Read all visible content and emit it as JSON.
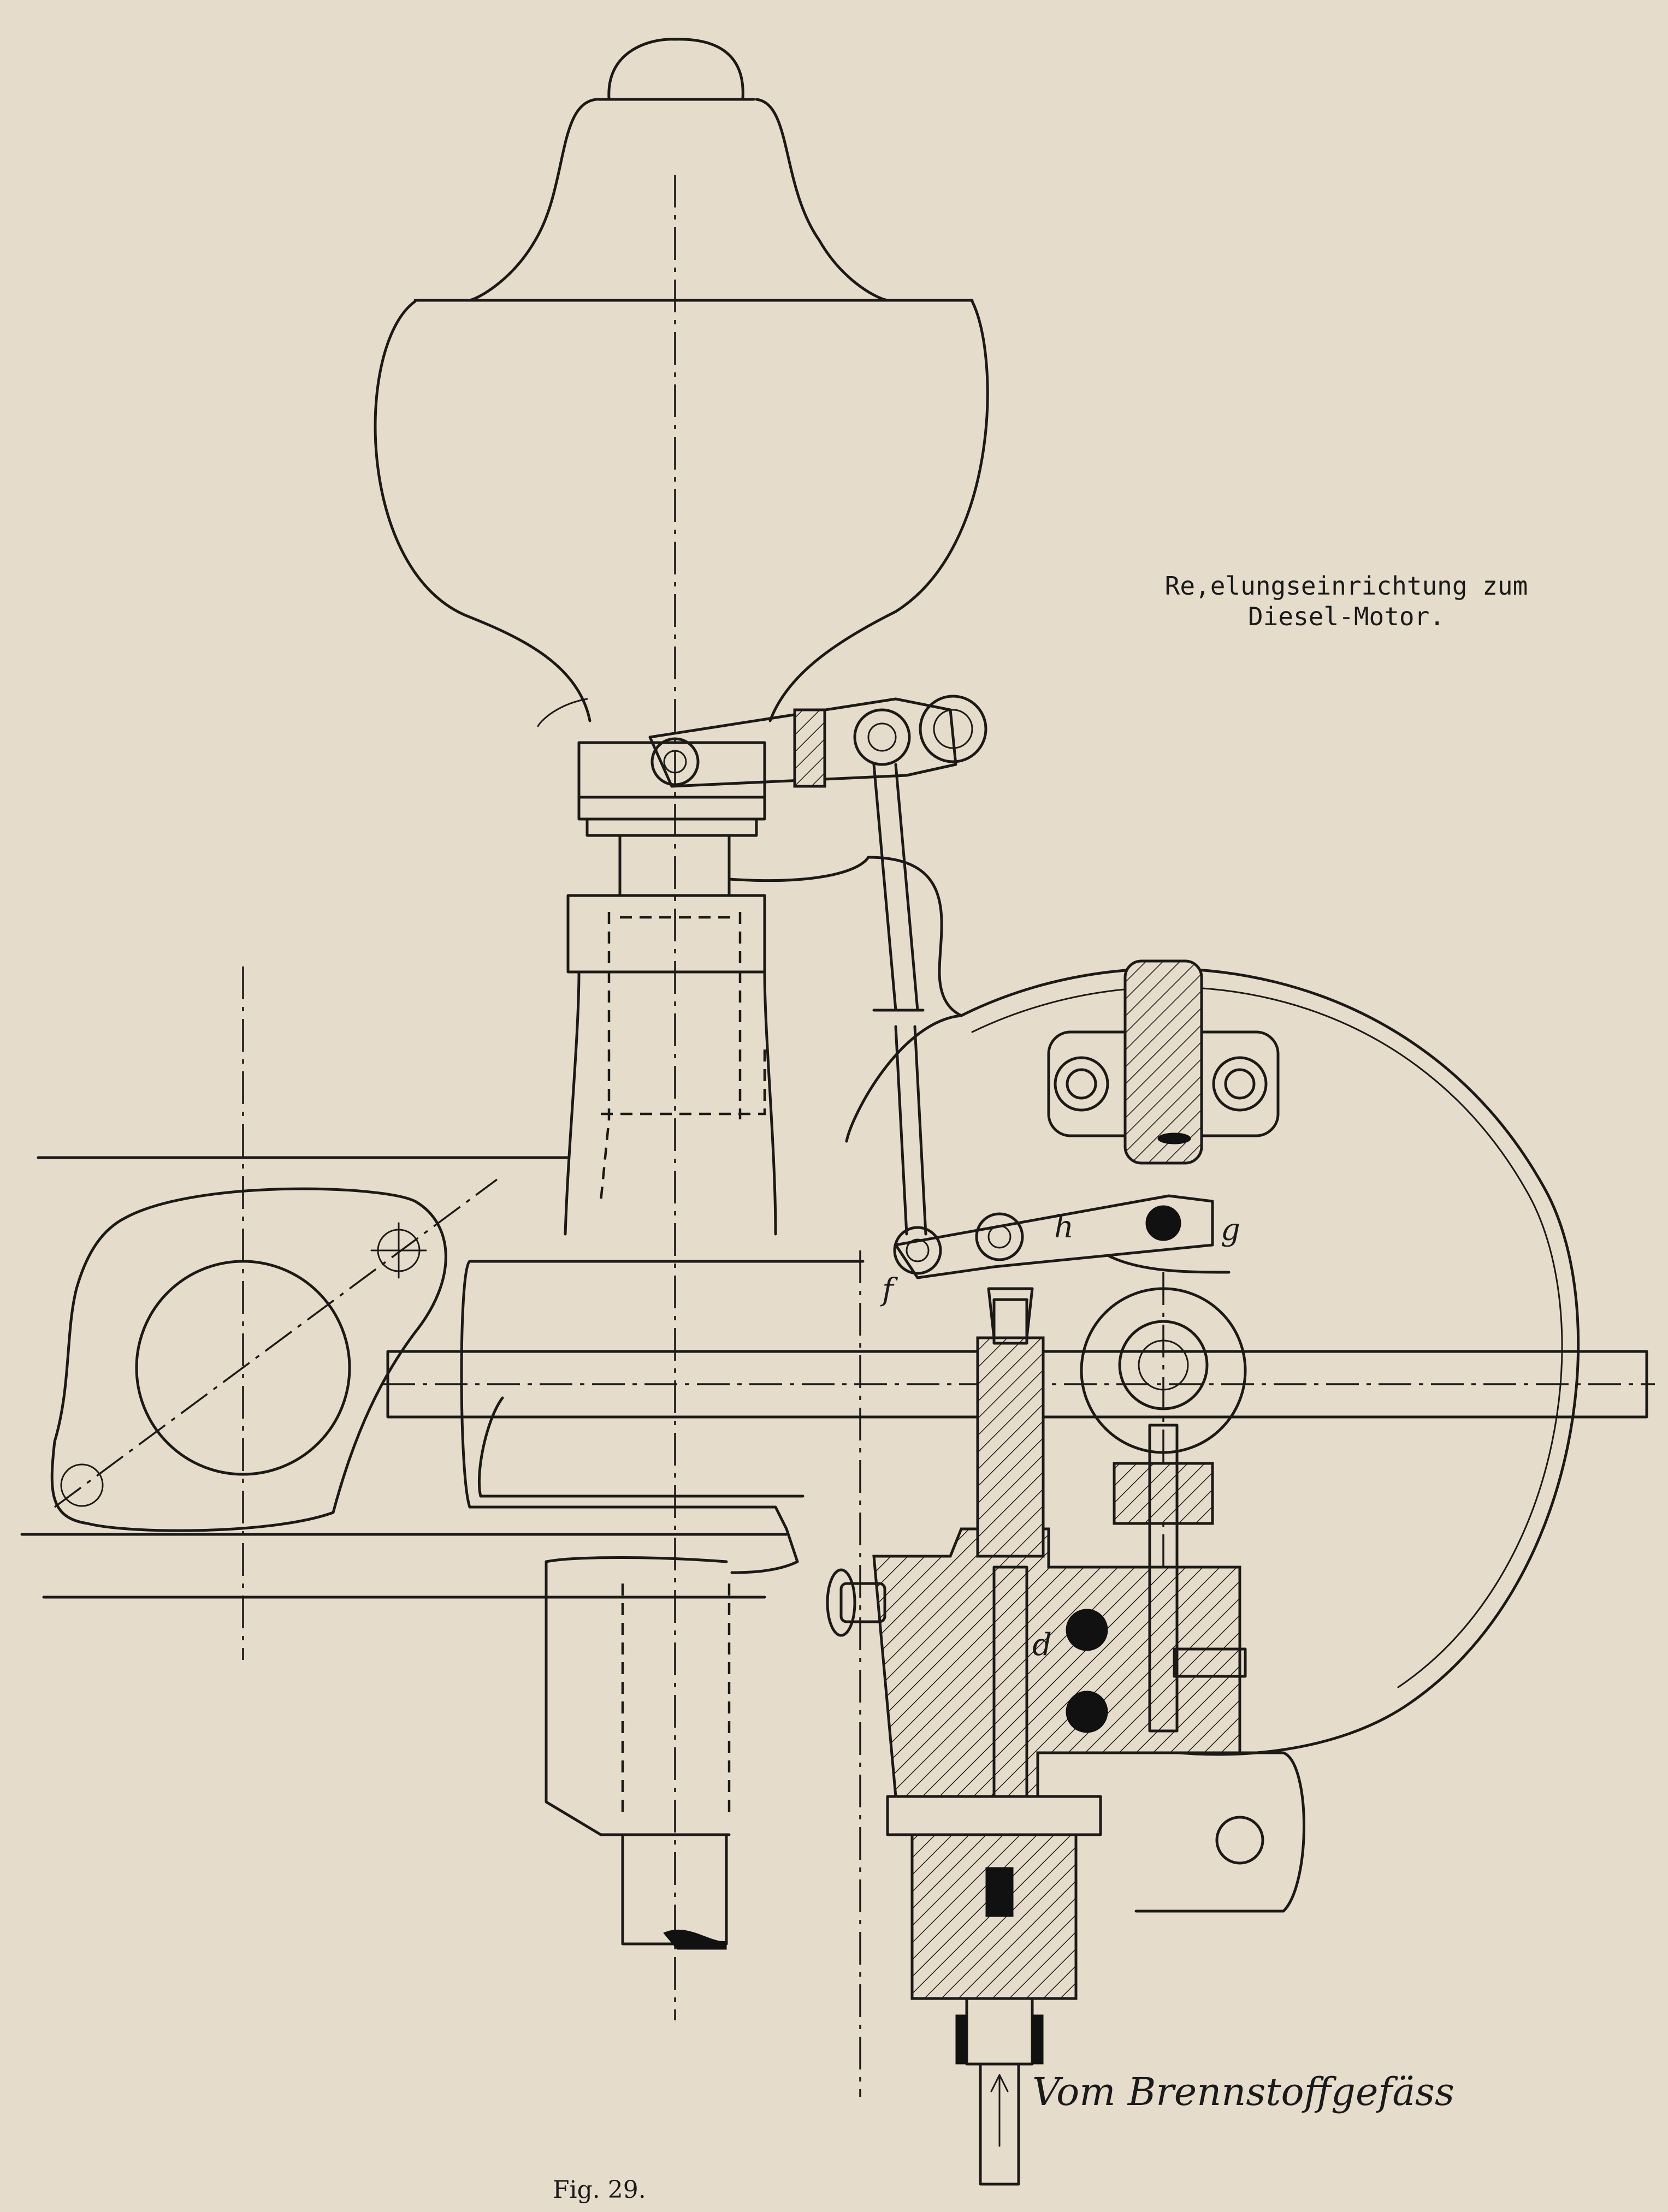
{
  "title": {
    "line1": "Re‚elungseinrichtung zum",
    "line2": "Diesel-Motor."
  },
  "figure_label": "Fig. 29.",
  "source_label": "Vom Brennstoffgefäss",
  "part_letters": {
    "f": "f",
    "h": "h",
    "g": "g",
    "d": "d"
  }
}
